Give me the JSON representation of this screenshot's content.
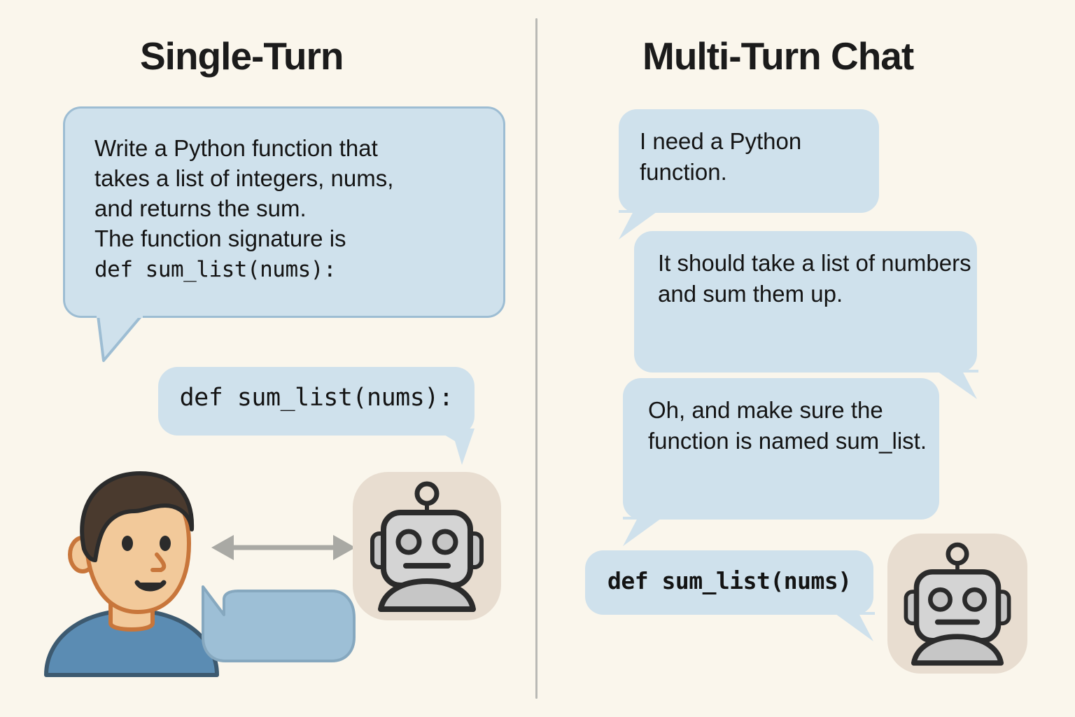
{
  "background_color": "#faf6ec",
  "bubble_color": "#cfe1ec",
  "bubble_border_color": "#9dbdd3",
  "accent_blue": "#7ea8c4",
  "panels": {
    "left": {
      "title": "Single-Turn",
      "prompt_bubble": {
        "lines": [
          "Write a Python function that",
          "takes a list of integers, nums,",
          "and returns the sum.",
          "The function signature is"
        ],
        "code_line": "def sum_list(nums):"
      },
      "answer_bubble": {
        "code": "def sum_list(nums):"
      },
      "avatars": {
        "human": "user-avatar",
        "robot": "robot-avatar"
      },
      "arrow": "bidirectional-arrow"
    },
    "right": {
      "title": "Multi-Turn Chat",
      "messages": [
        {
          "id": "chat-1",
          "text": "I need a Python\nfunction.",
          "tail": "bottom-left",
          "type": "user"
        },
        {
          "id": "chat-2",
          "text": "It should take a list of\nnumbers and sum them\nup.",
          "tail": "bottom-right",
          "type": "user"
        },
        {
          "id": "chat-3",
          "text": "Oh, and make sure the\nfunction is named\nsum_list.",
          "tail": "bottom-left",
          "type": "user"
        },
        {
          "id": "chat-answer",
          "text": "def sum_list(nums)",
          "tail": "bottom-right",
          "type": "assistant-code"
        }
      ],
      "avatars": {
        "robot": "robot-avatar"
      }
    }
  },
  "icons": {
    "user_avatar": "user-avatar-icon",
    "robot_avatar": "robot-avatar-icon",
    "arrow": "bidirectional-arrow-icon",
    "empty_bubble": "empty-speech-bubble-icon"
  },
  "colors": {
    "hair": "#4a3a2e",
    "skin": "#f2c99a",
    "skin_outline": "#c8763b",
    "shirt": "#5b8cb3",
    "shirt_outline": "#3d5a70",
    "robot_bg": "#e8ddd0",
    "robot_face": "#d4d4d4",
    "robot_outline": "#2b2b2b",
    "arrow_gray": "#a9a9a4",
    "divider_gray": "#b9b9b5",
    "empty_bubble_fill": "#9dbfd6"
  }
}
